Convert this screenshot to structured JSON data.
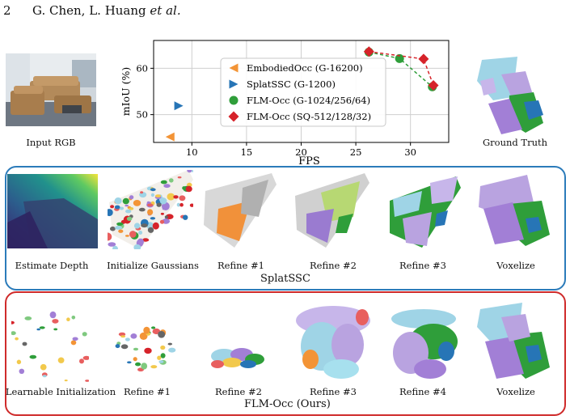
{
  "header": {
    "page_number": "2",
    "authors_plain": "G. Chen, L. Huang ",
    "authors_italic": "et al."
  },
  "colors": {
    "blue_panel": "#2b7bba",
    "red_panel": "#cf2b2b",
    "embodiedocc": "#f39436",
    "splatssc": "#2775b6",
    "flm_g": "#2f9e3a",
    "flm_sq": "#d6232a"
  },
  "top_row": {
    "input_rgb": "Input RGB",
    "ground_truth": "Ground Truth"
  },
  "splatssc_panel": {
    "title": "SplatSSC",
    "steps": [
      "Estimate Depth",
      "Initialize Gaussians",
      "Refine #1",
      "Refine #2",
      "Refine #3",
      "Voxelize"
    ]
  },
  "flm_panel": {
    "title": "FLM-Occ (Ours)",
    "steps": [
      "Learnable Initialization",
      "Refine #1",
      "Refine #2",
      "Refine #3",
      "Refine #4",
      "Voxelize"
    ]
  },
  "chart_data": {
    "type": "scatter",
    "xlabel": "FPS",
    "ylabel": "mIoU (%)",
    "xlim": [
      6.5,
      33.5
    ],
    "ylim": [
      44,
      66
    ],
    "xticks": [
      10,
      15,
      20,
      25,
      30
    ],
    "yticks": [
      50,
      60
    ],
    "grid": true,
    "legend_position": "top-center",
    "series": [
      {
        "name": "EmbodiedOcc (G-16200)",
        "marker": "triangle-left",
        "color": "#f39436",
        "points": [
          [
            8.0,
            45.2
          ]
        ],
        "connect": false
      },
      {
        "name": "SplatSSC (G-1200)",
        "marker": "triangle-right",
        "color": "#2775b6",
        "points": [
          [
            8.8,
            51.9
          ]
        ],
        "connect": false
      },
      {
        "name": "FLM-Occ (G-1024/256/64)",
        "marker": "circle",
        "color": "#2f9e3a",
        "points": [
          [
            26.2,
            63.5
          ],
          [
            29.0,
            62.1
          ],
          [
            32.0,
            56.0
          ]
        ],
        "connect": true
      },
      {
        "name": "FLM-Occ (SQ-512/128/32)",
        "marker": "diamond",
        "color": "#d6232a",
        "points": [
          [
            26.2,
            63.6
          ],
          [
            31.2,
            62.0
          ],
          [
            32.1,
            56.3
          ]
        ],
        "connect": true
      }
    ]
  }
}
